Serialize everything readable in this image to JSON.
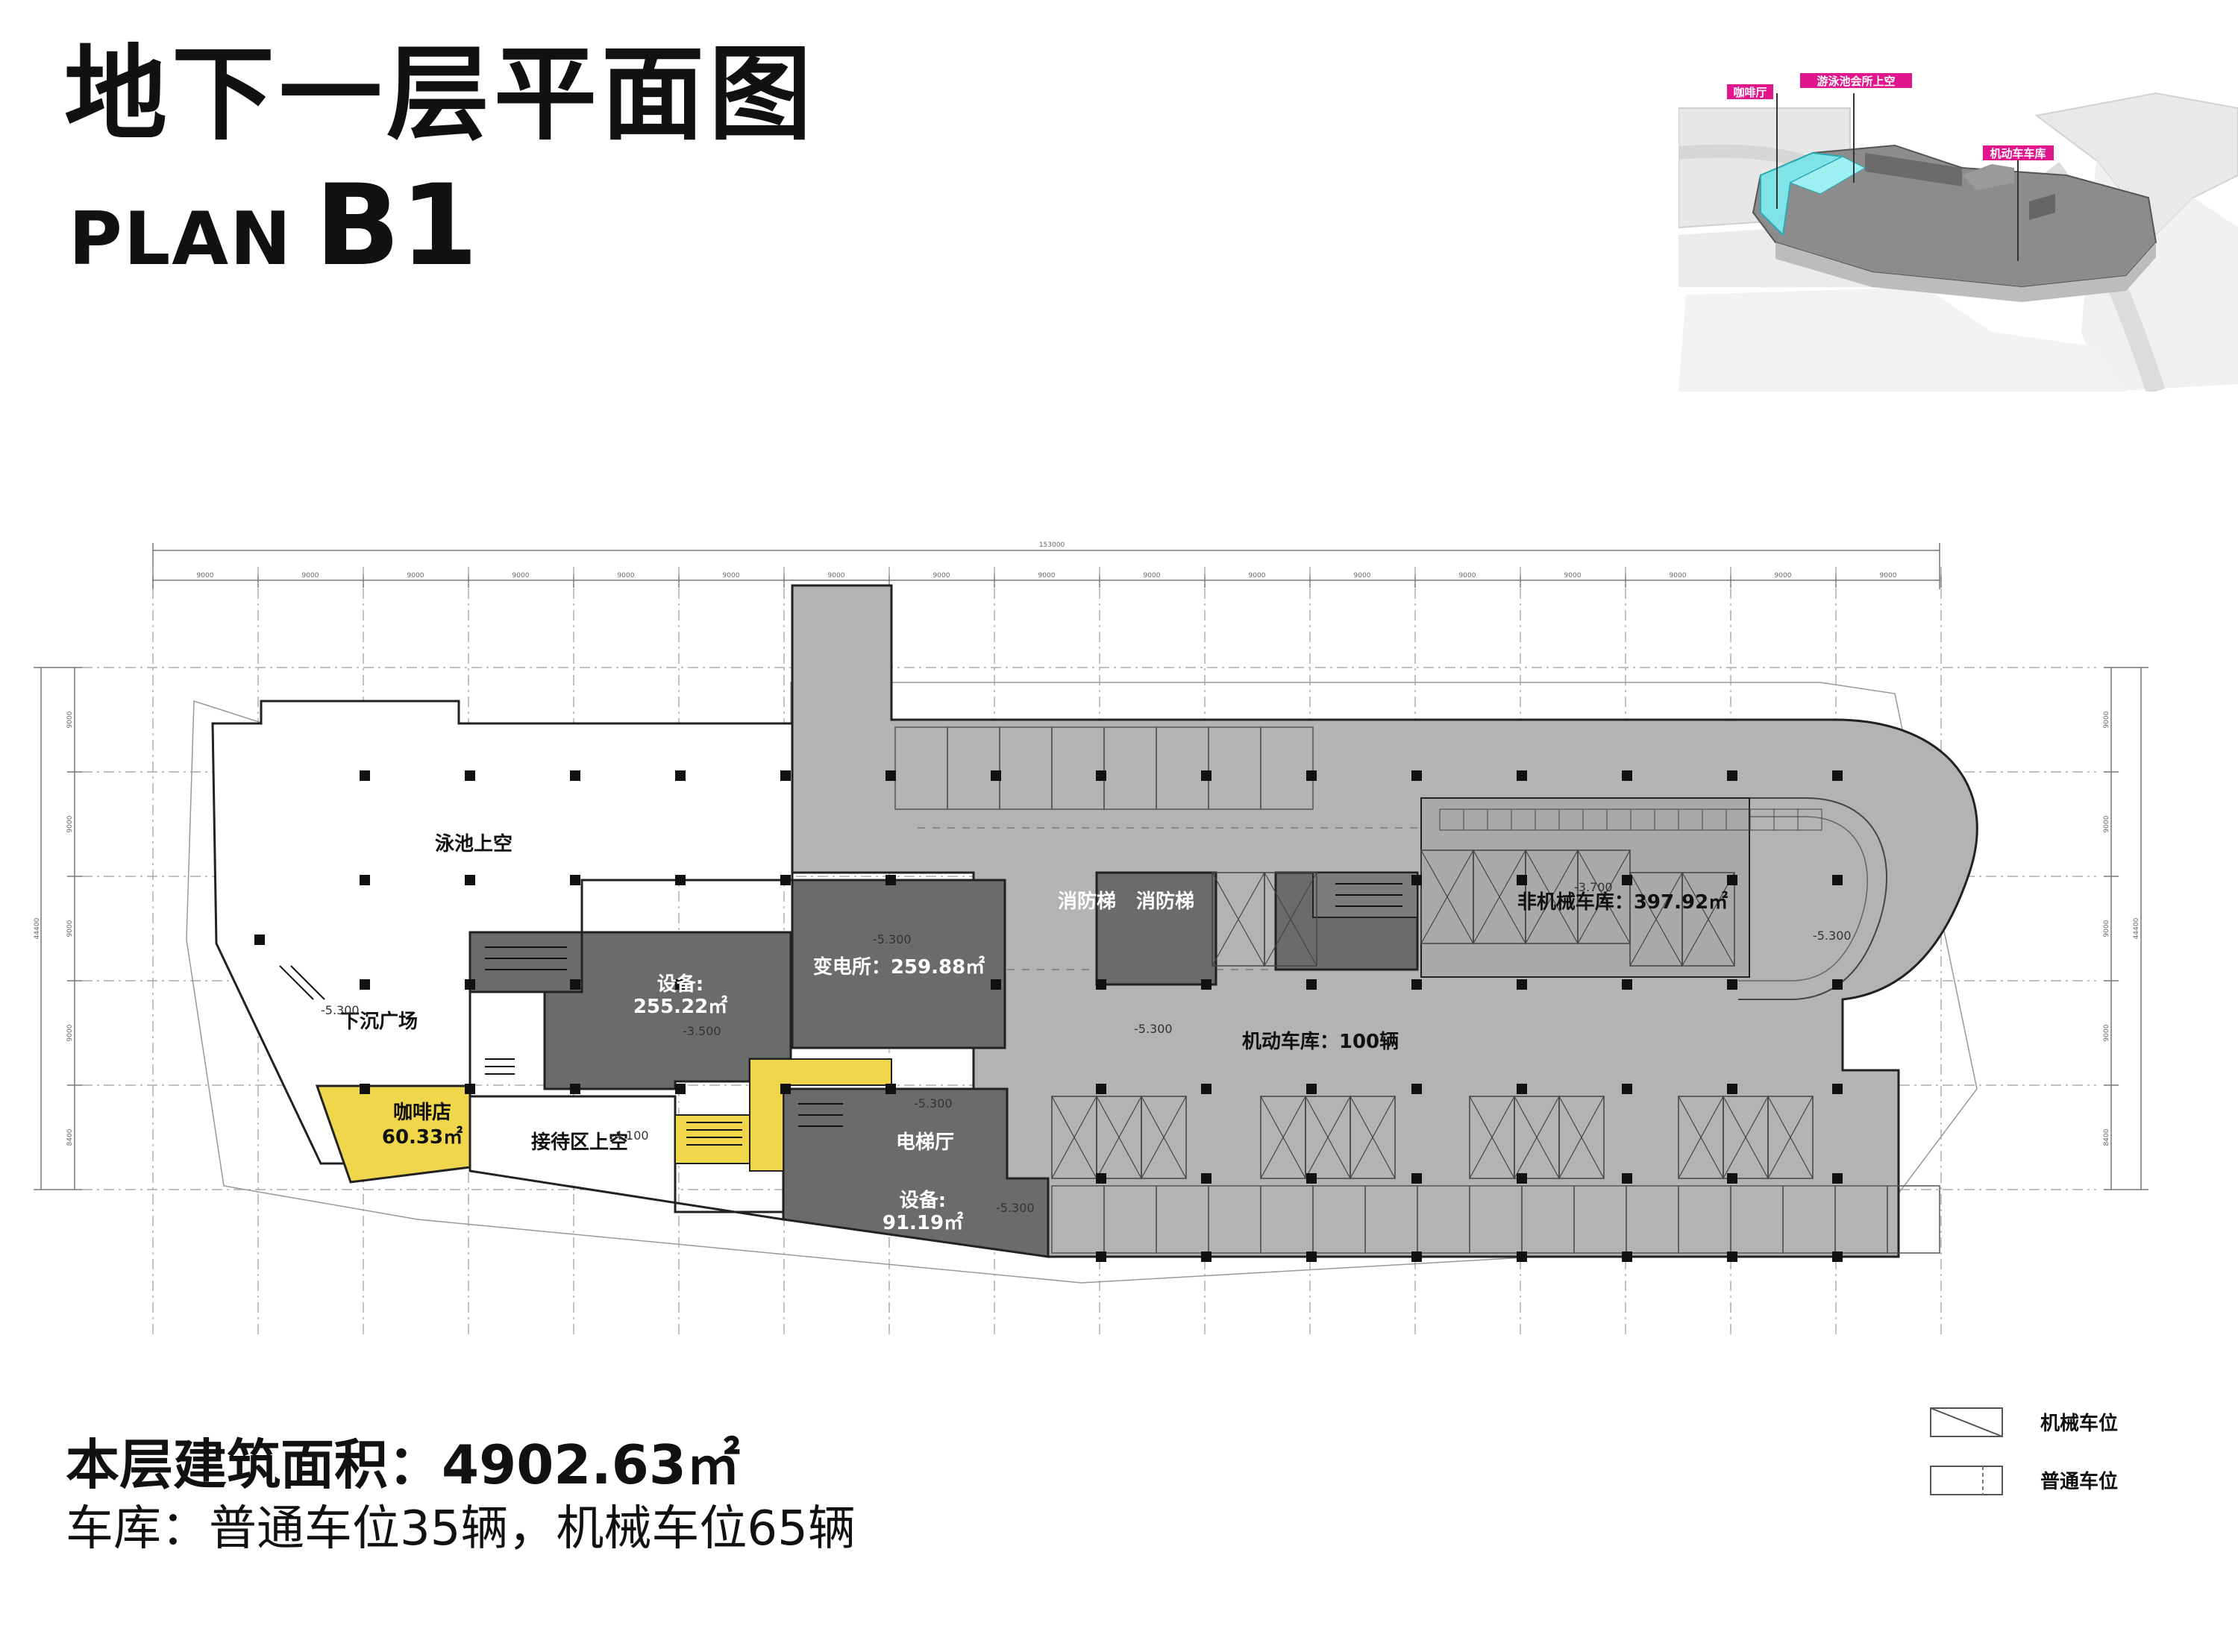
{
  "title": {
    "cn": "地下一层平面图",
    "en_prefix": "PLAN",
    "en_code": "B1"
  },
  "summary": {
    "area": "本层建筑面积：4902.63㎡",
    "garage": "车库：普通车位35辆，机械车位65辆"
  },
  "keymap": {
    "tags": [
      "咖啡厅",
      "游泳池会所上空",
      "机动车车库"
    ],
    "tag_color": "#e1158c"
  },
  "plan": {
    "labels": {
      "pool_void": "泳池上空",
      "sunken_plaza": "下沉广场",
      "cafe_name": "咖啡店",
      "cafe_area": "60.33㎡",
      "reception_void": "接待区上空",
      "equip1_name": "设备:",
      "equip1_area": "255.22㎡",
      "substation": "变电所：259.88㎡",
      "fire_stair_1": "消防梯",
      "fire_stair_2": "消防梯",
      "elevator_hall": "电梯厅",
      "equip2_name": "设备:",
      "equip2_area": "91.19㎡",
      "motor_garage": "机动车库：100辆",
      "bike_garage": "非机械车库：397.92㎡"
    },
    "dimensions": {
      "total_width": "153000",
      "bay": "9000",
      "depth_total": "44400",
      "depth_bays": [
        "9000",
        "9000",
        "9000",
        "9000",
        "8400"
      ]
    },
    "elevations": [
      "-5.300",
      "-5.300",
      "-3.500",
      "-5.300",
      "-5.300",
      "-5.300",
      "-3.700",
      "-5.300",
      "-4.100"
    ],
    "colors": {
      "garage": "#b3b3b3",
      "equipment": "#6b6b6b",
      "cafe": "#f0d64a",
      "void": "#ffffff",
      "line": "#222222"
    }
  },
  "legend": {
    "mechanical": "机械车位",
    "regular": "普通车位"
  }
}
